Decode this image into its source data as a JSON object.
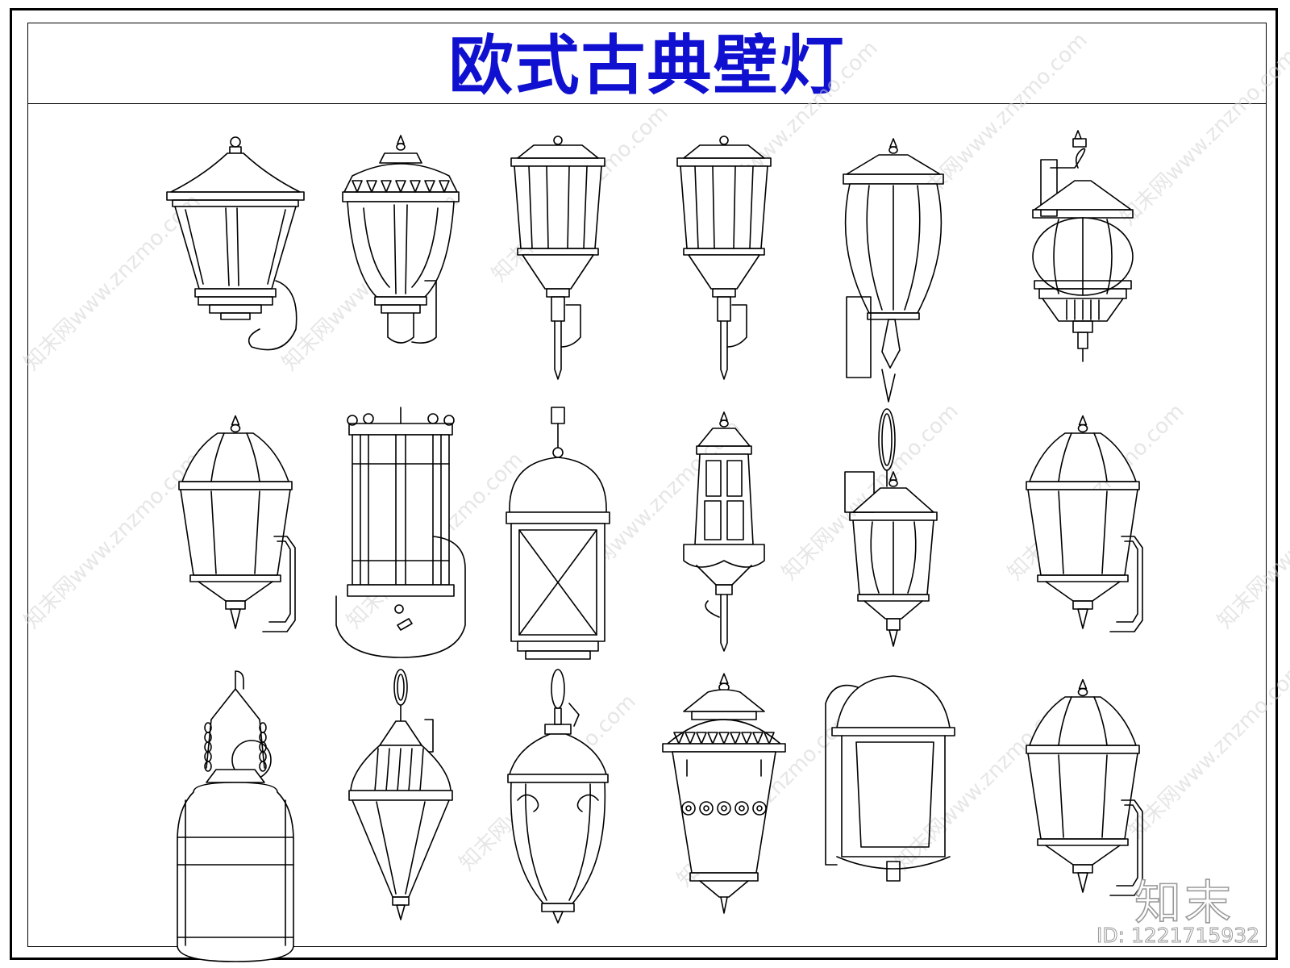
{
  "title": "欧式古典壁灯",
  "colors": {
    "title": "#1010d0",
    "line": "#000000",
    "watermark": "#d2d2d2",
    "logo_outline": "#9a9a9a"
  },
  "watermark": {
    "text": "知末网www.znzmo.com"
  },
  "logo": {
    "text": "知末",
    "id_text": "ID: 1221715932"
  },
  "lamps": [
    {
      "name": "lamp-r1-c1",
      "style": "cone-lantern"
    },
    {
      "name": "lamp-r1-c2",
      "style": "crown-tulip"
    },
    {
      "name": "lamp-r1-c3",
      "style": "hex-long-stem"
    },
    {
      "name": "lamp-r1-c4",
      "style": "hex-long-stem"
    },
    {
      "name": "lamp-r1-c5",
      "style": "ovoid-lantern"
    },
    {
      "name": "lamp-r1-c6",
      "style": "bracket-globe"
    },
    {
      "name": "lamp-r2-c1",
      "style": "hex-lantern-backplate"
    },
    {
      "name": "lamp-r2-c2",
      "style": "cylinder-cage"
    },
    {
      "name": "lamp-r2-c3",
      "style": "dome-cross-lantern"
    },
    {
      "name": "lamp-r2-c4",
      "style": "slim-window-lantern"
    },
    {
      "name": "lamp-r2-c5",
      "style": "hanging-hex-lantern"
    },
    {
      "name": "lamp-r2-c6",
      "style": "hex-lantern-backplate"
    },
    {
      "name": "lamp-r3-c1",
      "style": "chain-bottle"
    },
    {
      "name": "lamp-r3-c2",
      "style": "hanging-drop"
    },
    {
      "name": "lamp-r3-c3",
      "style": "hanging-acorn"
    },
    {
      "name": "lamp-r3-c4",
      "style": "crown-scroll-lantern"
    },
    {
      "name": "lamp-r3-c5",
      "style": "hood-box"
    },
    {
      "name": "lamp-r3-c6",
      "style": "hex-lantern-backplate"
    }
  ]
}
